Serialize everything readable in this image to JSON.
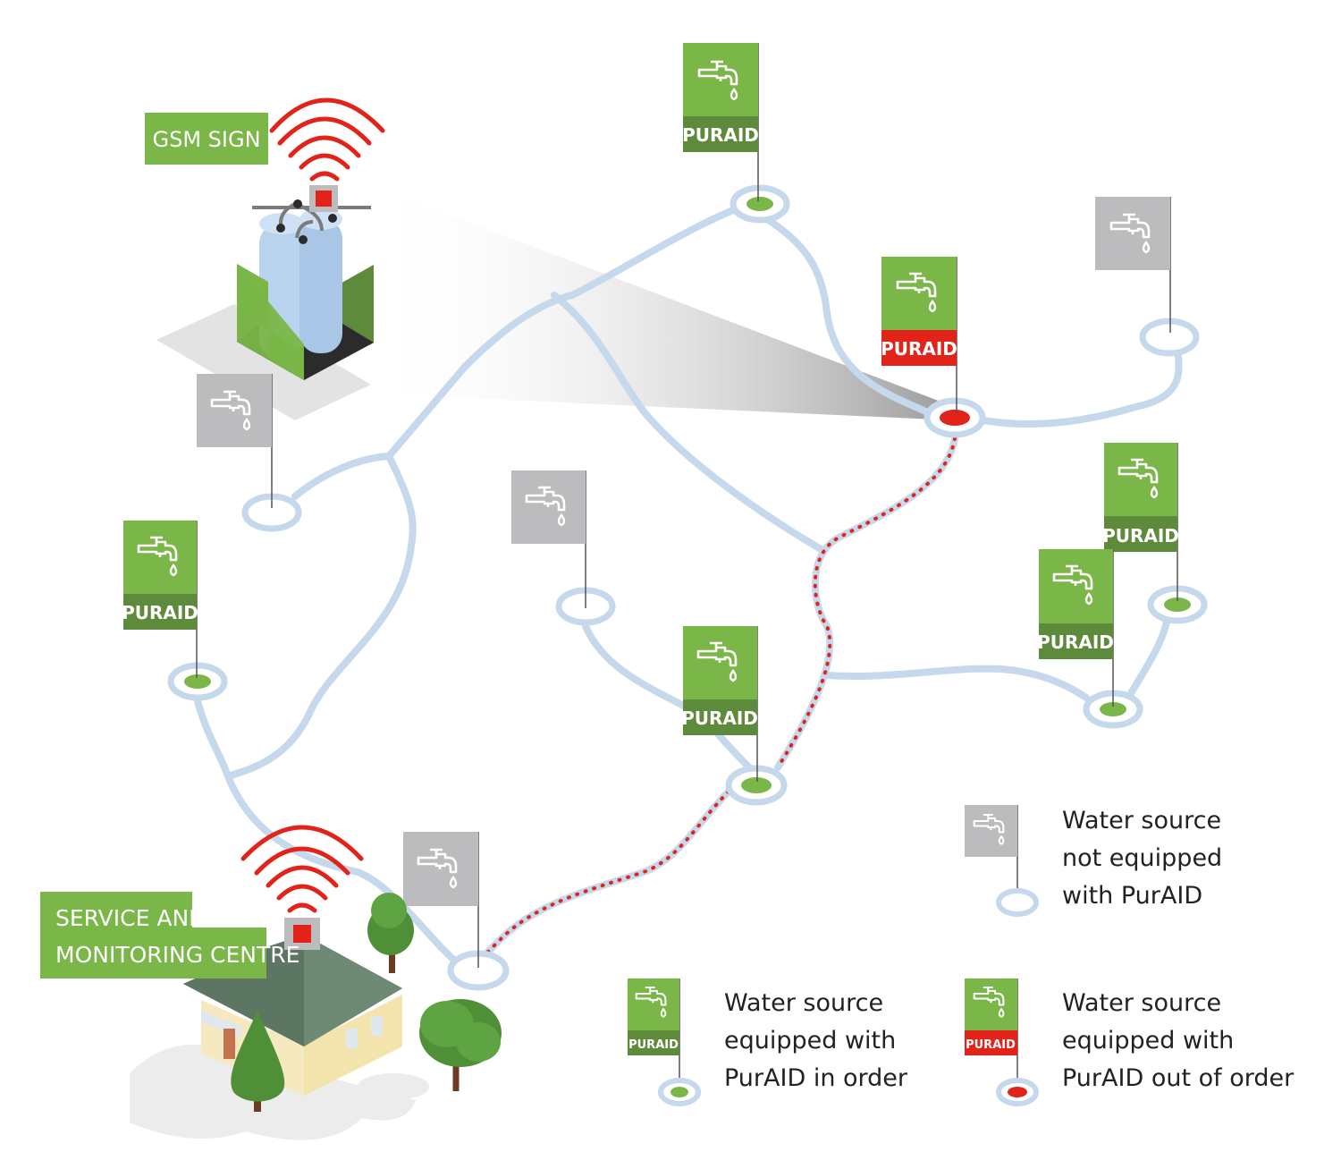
{
  "flag_label": "PURAID",
  "labels": {
    "gsm_sign": "GSM SIGN",
    "centre_line1": "SERVICE AND",
    "centre_line2": "MONITORING CENTRE"
  },
  "legend": {
    "not_equipped": [
      "Water source",
      "not equipped",
      "with PurAID"
    ],
    "in_order": [
      "Water source",
      "equipped with",
      "PurAID in order"
    ],
    "out_of_order": [
      "Water source",
      "equipped with",
      "PurAID out of order"
    ]
  },
  "colors": {
    "green": "#7ab648",
    "dark_green": "#5e8a3c",
    "red": "#e2231a",
    "grey_flag": "#bcbcbe",
    "route": "#c5d8ec",
    "house_roof": "#4d6455",
    "tank": "#b9d3ee"
  },
  "icons": [
    "tap-icon",
    "water-drop-icon",
    "signal-waves-icon",
    "gsm-antenna-icon",
    "tree-icon",
    "house-icon",
    "water-tank-icon"
  ]
}
